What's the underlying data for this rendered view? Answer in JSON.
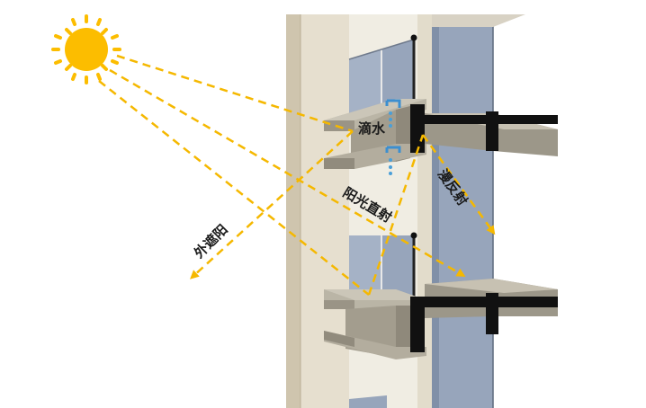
{
  "labels": {
    "drip": "滴水",
    "direct_sun": "阳光直射",
    "diffuse_reflection": "漫反射",
    "external_shading": "外遮阳"
  },
  "colors": {
    "ray": "#f5b800",
    "sun": "#fcbd00",
    "wall": "#e7e1d0",
    "wall_shadow": "#d2c8b2",
    "glass": "#98a6bc",
    "glass_dark": "#8493ab",
    "fin_top": "#b7b2a4",
    "fin_face": "#8c877a",
    "beam": "#111111",
    "water": "#4a9fd8"
  },
  "icons": [
    "sun-icon",
    "drip-icon"
  ]
}
